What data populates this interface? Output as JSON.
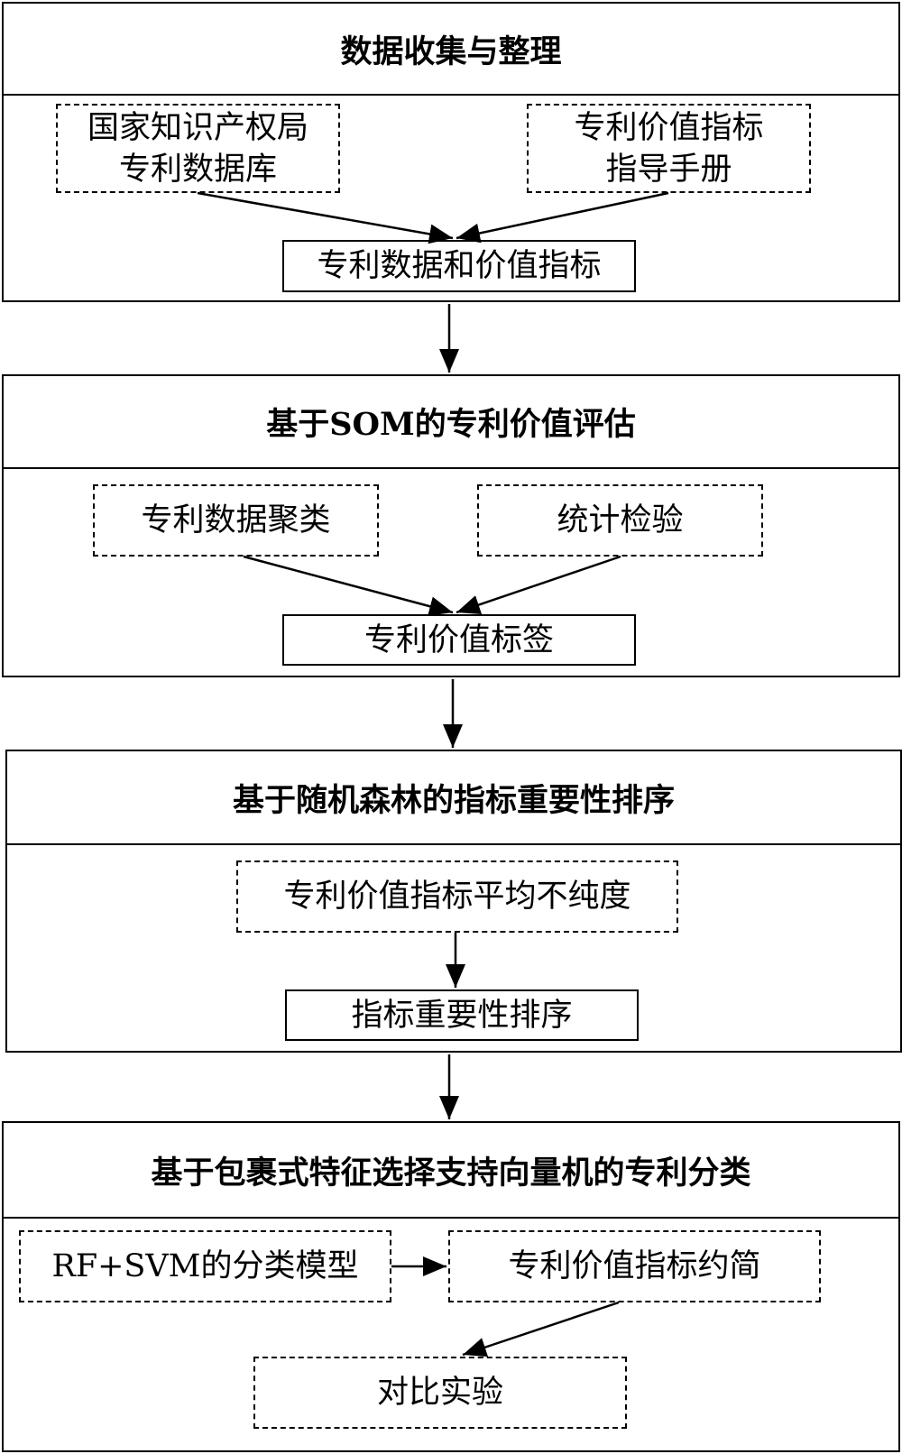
{
  "sections": [
    {
      "title": "数据收集与整理",
      "nodes": [
        {
          "lines": [
            "国家知识产权局",
            "专利数据库"
          ]
        },
        {
          "lines": [
            "专利价值指标",
            "指导手册"
          ]
        },
        {
          "lines": [
            "专利数据和价值指标"
          ]
        }
      ]
    },
    {
      "title": "基于SOM的专利价值评估",
      "nodes": [
        {
          "lines": [
            "专利数据聚类"
          ]
        },
        {
          "lines": [
            "统计检验"
          ]
        },
        {
          "lines": [
            "专利价值标签"
          ]
        }
      ]
    },
    {
      "title": "基于随机森林的指标重要性排序",
      "nodes": [
        {
          "lines": [
            "专利价值指标平均不纯度"
          ]
        },
        {
          "lines": [
            "指标重要性排序"
          ]
        }
      ]
    },
    {
      "title": "基于包裹式特征选择支持向量机的专利分类",
      "nodes": [
        {
          "lines": [
            "RF+SVM的分类模型"
          ]
        },
        {
          "lines": [
            "专利价值指标约简"
          ]
        },
        {
          "lines": [
            "对比实验"
          ]
        }
      ]
    }
  ]
}
